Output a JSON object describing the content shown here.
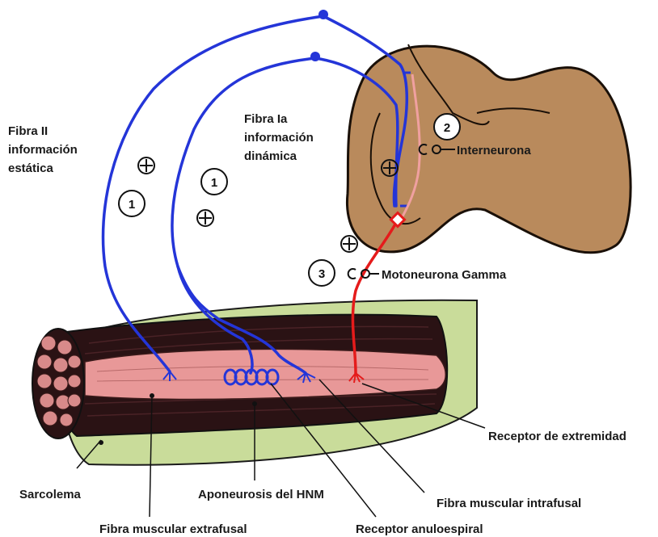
{
  "colors": {
    "spinal_cord": "#b98a5c",
    "sheath": "#c9dc9a",
    "muscle_dark": "#2a1214",
    "muscle_pink": "#e89898",
    "afferent": "#2435d8",
    "efferent": "#e51b1b",
    "interneuron_axon": "#f0a0a0"
  },
  "labels": {
    "fibra_ii_line1": "Fibra II",
    "fibra_ii_line2": "información",
    "fibra_ii_line3": "estática",
    "fibra_ia_line1": "Fibra Ia",
    "fibra_ia_line2": "información",
    "fibra_ia_line3": "dinámica",
    "interneurona": "Interneurona",
    "motoneurona_gamma": "Motoneurona Gamma",
    "receptor_extremidad": "Receptor de extremidad",
    "sarcolema": "Sarcolema",
    "aponeurosis": "Aponeurosis del HNM",
    "fibra_intrafusal": "Fibra muscular intrafusal",
    "fibra_extrafusal": "Fibra muscular extrafusal",
    "receptor_anuloespiral": "Receptor anuloespiral"
  },
  "markers": {
    "one_a": "1",
    "one_b": "1",
    "two": "2",
    "three": "3"
  }
}
